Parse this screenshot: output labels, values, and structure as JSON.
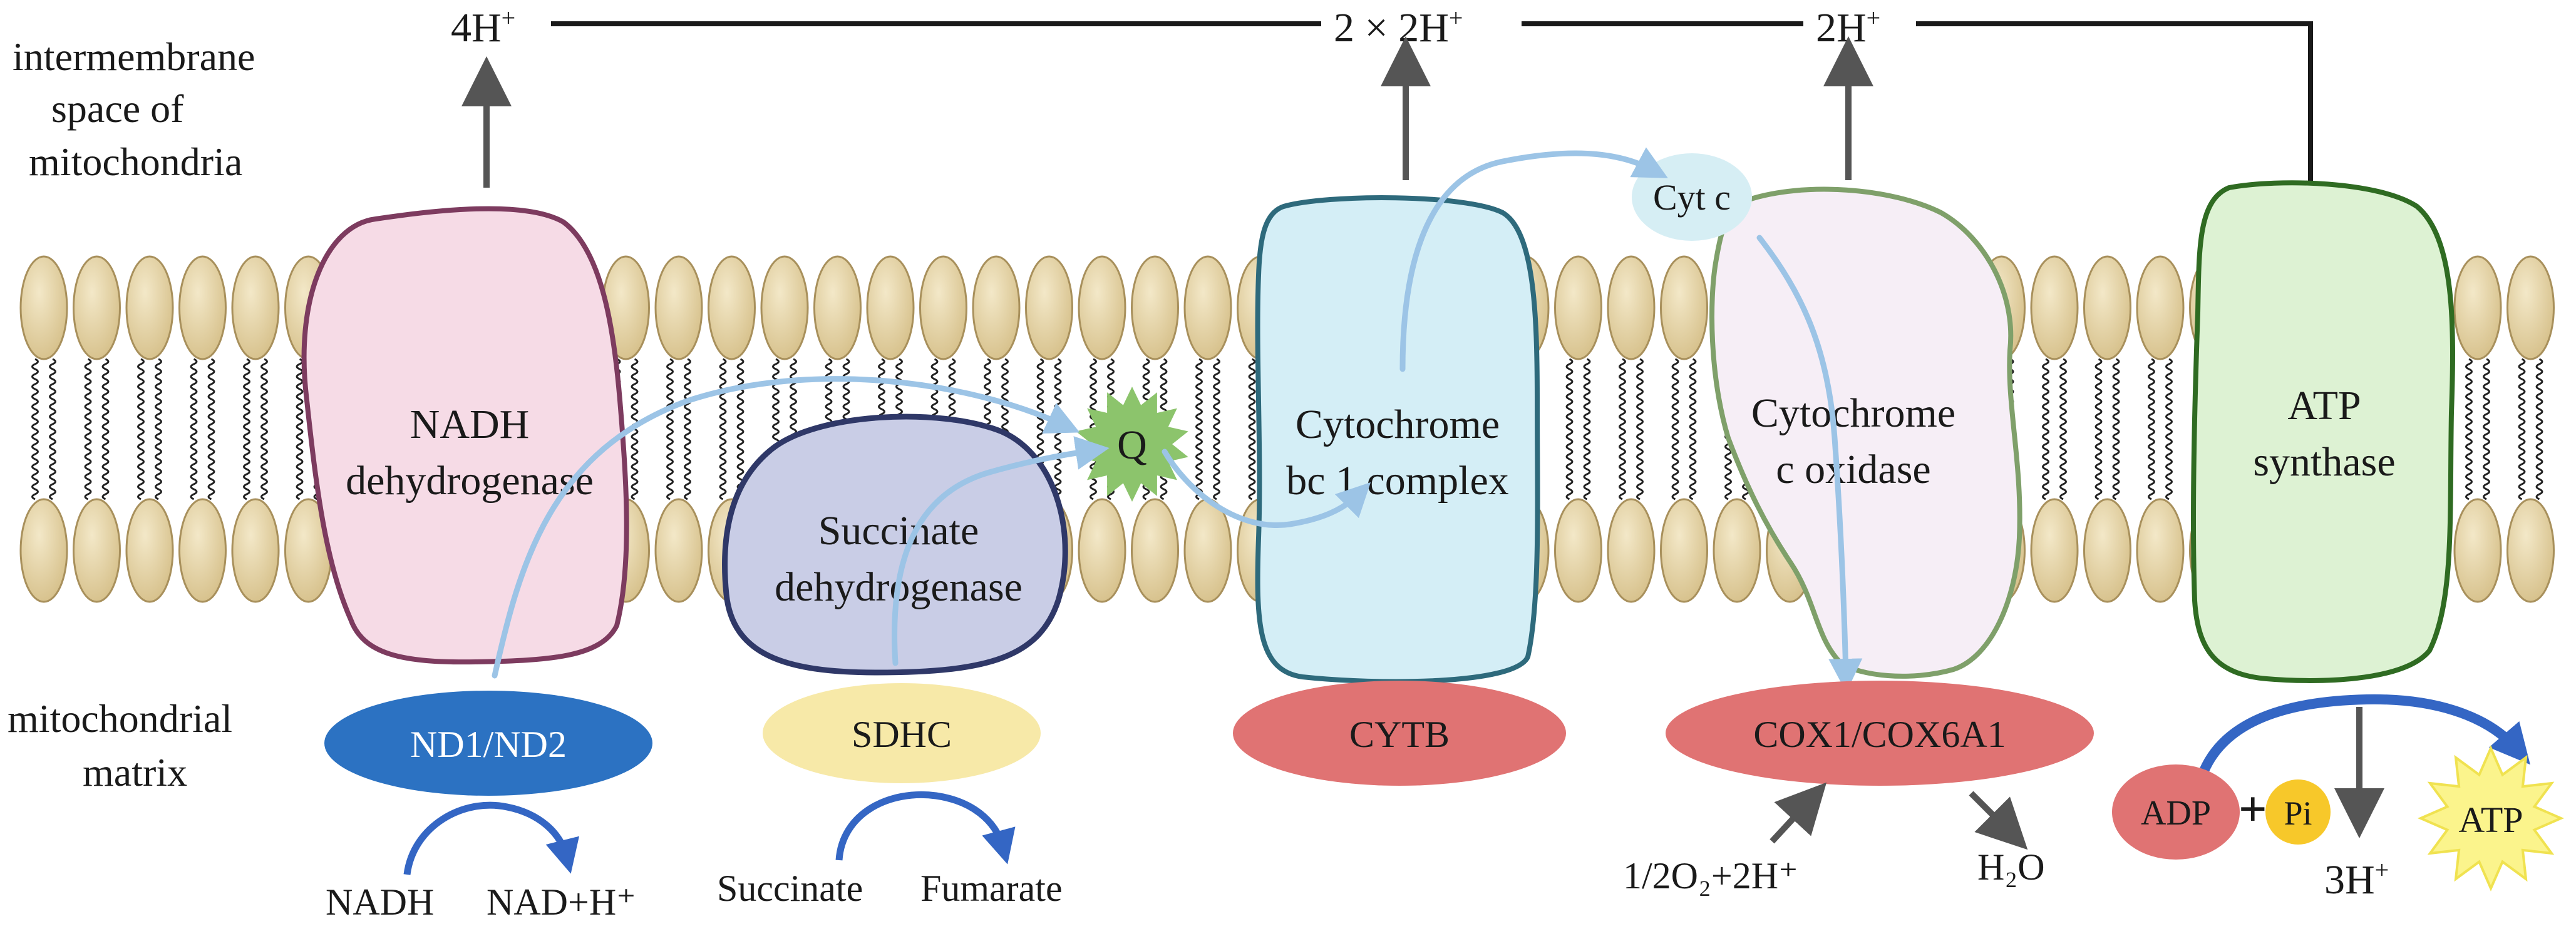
{
  "regions": {
    "intermembrane": [
      "intermembrane",
      "space of",
      "mitochondria"
    ],
    "matrix": [
      "mitochondrial",
      "matrix"
    ]
  },
  "protons": {
    "complex1": {
      "base": "4H",
      "sup": "+"
    },
    "complex3": {
      "base": "2 × 2H",
      "sup": "+"
    },
    "complex4": {
      "base": "2H",
      "sup": "+"
    },
    "atp": {
      "base": "3H",
      "sup": "+"
    }
  },
  "complexes": {
    "nadh": {
      "lines": [
        "NADH",
        "dehydrogenase"
      ],
      "fill": "#f6dbe6",
      "stroke": "#7d3b5f"
    },
    "sdh": {
      "lines": [
        "Succinate",
        "dehydrogenase"
      ],
      "fill": "#c9cde6",
      "stroke": "#2f3868"
    },
    "cytbc1": {
      "lines": [
        "Cytochrome",
        "bc 1 complex"
      ],
      "fill": "#d4eef6",
      "stroke": "#2e6a7c"
    },
    "cox": {
      "lines": [
        "Cytochrome",
        "c oxidase"
      ],
      "fill": "#f6eef6",
      "stroke": "#7fa06a"
    },
    "atps": {
      "lines": [
        "ATP",
        "synthase"
      ],
      "fill": "#ddf2d3",
      "stroke": "#2f6b22"
    }
  },
  "carriers": {
    "q": "Q",
    "cytc": "Cyt c"
  },
  "genes": {
    "nd": {
      "label": "ND1/ND2",
      "fill": "#2c72c2",
      "color": "#ffffff"
    },
    "sdhc": {
      "label": "SDHC",
      "fill": "#f7e9a8",
      "color": "#1a1a1a"
    },
    "cytb": {
      "label": "CYTB",
      "fill": "#e07373",
      "color": "#1a1a1a"
    },
    "cox": {
      "label": "COX1/COX6A1",
      "fill": "#e07373",
      "color": "#1a1a1a"
    }
  },
  "reactions": {
    "nadh_in": "NADH",
    "nadh_out": "NAD+H⁺",
    "succ_in": "Succinate",
    "succ_out": "Fumarate",
    "o2_in": "1/2O₂+2H⁺",
    "h2o_out": "H₂O",
    "adp": "ADP",
    "plus": "+",
    "pi": "Pi",
    "atp": "ATP"
  },
  "colors": {
    "lipid_head": "#e6d7ac",
    "lipid_edge": "#a8905c",
    "electron_arrow": "#9cc4e6",
    "reaction_arrow": "#3466c4",
    "proton_arrow": "#555555"
  }
}
